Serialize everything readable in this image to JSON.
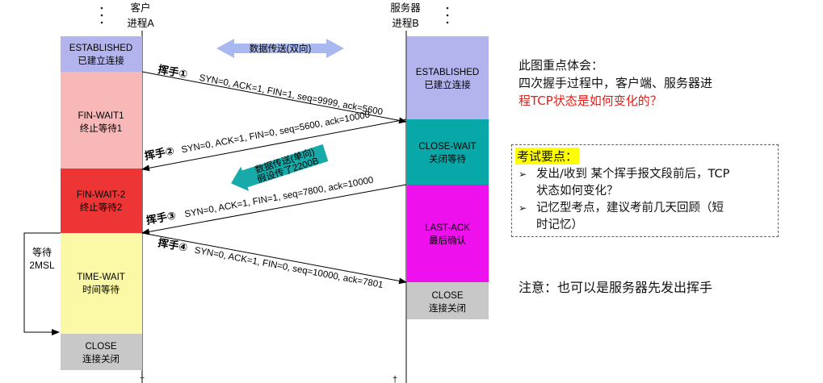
{
  "header": {
    "client_line1": "客户",
    "client_line2": "进程A",
    "server_line1": "服务器",
    "server_line2": "进程B"
  },
  "client_states": [
    {
      "name": "ESTABLISHED",
      "cn": "已建立连接",
      "color": "#b3b3ee"
    },
    {
      "name": "FIN-WAIT1",
      "cn": "终止等待1",
      "color": "#f8b8b8"
    },
    {
      "name": "FIN-WAIT-2",
      "cn": "终止等待2",
      "color": "#ee3535"
    },
    {
      "name": "TIME-WAIT",
      "cn": "时间等待",
      "color": "#fbf8a6"
    },
    {
      "name": "CLOSE",
      "cn": "连接关闭",
      "color": "#c8c8c8"
    }
  ],
  "server_states": [
    {
      "name": "ESTABLISHED",
      "cn": "已建立连接",
      "color": "#b3b3ee"
    },
    {
      "name": "CLOSE-WAIT",
      "cn": "关闭等待",
      "color": "#08a8a8"
    },
    {
      "name": "LAST-ACK",
      "cn": "最后确认",
      "color": "#ee11ee"
    },
    {
      "name": "CLOSE",
      "cn": "连接关闭",
      "color": "#c8c8c8"
    }
  ],
  "messages": [
    {
      "label": "挥手①",
      "text": "SYN=0, ACK=1, FIN=1, seq=9999, ack=5600"
    },
    {
      "label": "挥手②",
      "text": "SYN=0, ACK=1, FIN=0, seq=5600, ack=10000"
    },
    {
      "label": "挥手③",
      "text": "SYN=0, ACK=1, FIN=1, seq=7800, ack=10000"
    },
    {
      "label": "挥手④",
      "text": "SYN=0, ACK=1, FIN=0, seq=10000, ack=7801"
    }
  ],
  "data_bidirectional": "数据传送(双向)",
  "data_oneway_line1": "数据传送(单向)",
  "data_oneway_line2": "假设传了2200B",
  "wait_line1": "等待",
  "wait_line2": "2MSL",
  "summary": {
    "line1": "此图重点体会：",
    "line2": "四次握手过程中，客户端、服务器进",
    "line3": "程TCP状态是如何变化的？"
  },
  "exam": {
    "title": "考试要点：",
    "bullet1_line1": "发出/收到 某个挥手报文段前后，TCP",
    "bullet1_line2": "状态如何变化？",
    "bullet2_line1": "记忆型考点，建议考前几天回顾（短",
    "bullet2_line2": "时记忆）"
  },
  "note": "注意：也可以是服务器先发出挥手",
  "colors": {
    "exam_border": "#d0302a",
    "highlight": "#ffff00",
    "arrow_bidirectional": "#a9b8ee",
    "arrow_oneway": "#17aaa8",
    "summary_red": "#e0201b"
  }
}
